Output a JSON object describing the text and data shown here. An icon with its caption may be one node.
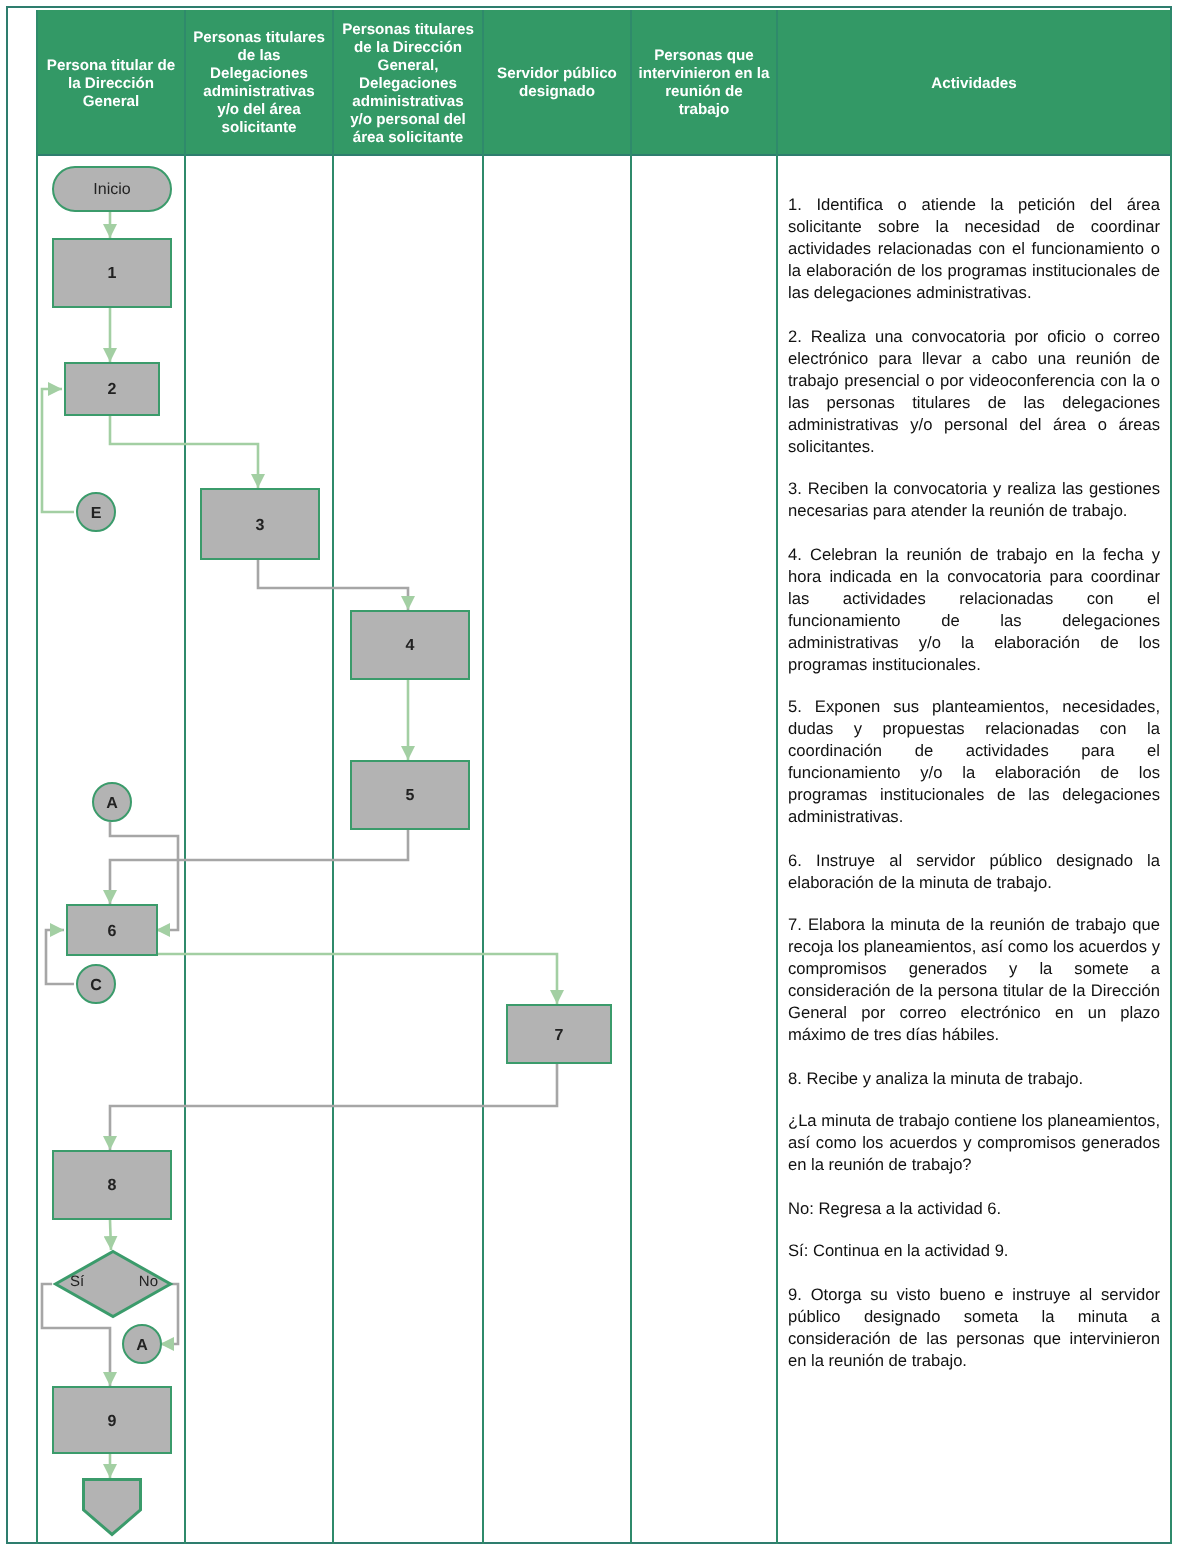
{
  "diagram": {
    "nodes": [
      {
        "text": [
          "Persona titular de la Dirección General"
        ]
      },
      {
        "text": [
          "Personas titulares de las Delegaciones administrativas y/o del área solicitante"
        ]
      },
      {
        "text": [
          "Personas titulares de la Dirección General, Delegaciones administrativas y/o personal del área solicitante"
        ]
      },
      {
        "text": [
          "Servidor público designado"
        ]
      },
      {
        "text": [
          "Personas que intervinieron en la reunión de trabajo"
        ]
      },
      {
        "text": [
          "Actividades",
          "1. Identifica o atiende la petición del área solicitante sobre la necesidad de coordinar actividades relacionadas con el funcionamiento o la elaboración de los programas institucionales de las delegaciones administrativas.",
          "2. Realiza una convocatoria por oficio o correo electrónico para llevar a cabo una reunión de trabajo presencial o por videoconferencia con la o las personas titulares de las delegaciones administrativas y/o personal del área o áreas solicitantes.",
          "3. Reciben la convocatoria y realiza las gestiones necesarias para atender la reunión de trabajo.",
          "4. Celebran la reunión de trabajo en la fecha y hora indicada en la convocatoria para coordinar las actividades relacionadas con el funcionamiento de las delegaciones administrativas y/o la elaboración de los programas institucionales.",
          "5. Exponen sus planteamientos, necesidades, dudas y propuestas relacionadas con la coordinación de actividades para el funcionamiento y/o la elaboración de los programas institucionales de las delegaciones administrativas.",
          "6. Instruye al servidor público designado la elaboración de la minuta de trabajo.",
          "7. Elabora la minuta de la reunión de trabajo que recoja los planeamientos, así como los acuerdos y compromisos generados y la somete a consideración de la persona titular de la Dirección General por correo electrónico en un plazo máximo de tres días hábiles.",
          "8. Recibe y analiza la minuta de trabajo.",
          "¿La minuta de trabajo contiene los planeamientos, así como los acuerdos y compromisos generados en la reunión de trabajo?",
          "No: Regresa a la actividad 6.",
          "Sí: Continua en la actividad 9.",
          "9. Otorga su visto bueno e instruye al servidor público designado someta la minuta a consideración de las personas que intervinieron en la reunión de trabajo."
        ]
      },
      {
        "text": [
          "Inicio"
        ],
        "in": 0
      },
      {
        "text": [
          "1"
        ],
        "in": 0
      },
      {
        "text": [
          "2"
        ],
        "in": 0
      },
      {
        "text": [
          "E"
        ],
        "in": 0
      },
      {
        "text": [
          "3"
        ],
        "in": 1
      },
      {
        "text": [
          "4"
        ],
        "in": 2
      },
      {
        "text": [
          "5"
        ],
        "in": 2
      },
      {
        "text": [
          "A"
        ],
        "in": 0
      },
      {
        "text": [
          "6"
        ],
        "in": 0
      },
      {
        "text": [
          "C"
        ],
        "in": 0
      },
      {
        "text": [
          "7"
        ],
        "in": 3
      },
      {
        "text": [
          "8"
        ],
        "in": 0
      },
      {
        "text": [
          "Sí",
          "No"
        ],
        "in": 0
      },
      {
        "text": [
          "A"
        ],
        "in": 0
      },
      {
        "text": [
          "9"
        ],
        "in": 0
      },
      {
        "text": [],
        "shape": "pentagon",
        "in": 0
      }
    ],
    "edges": [
      {
        "from": 6,
        "to": 7,
        "arrow": "to"
      },
      {
        "from": 7,
        "to": 8,
        "arrow": "to"
      },
      {
        "from": 9,
        "to": 8,
        "arrow": "to"
      },
      {
        "from": 8,
        "to": 10,
        "arrow": "to"
      },
      {
        "from": 10,
        "to": 11,
        "arrow": "to",
        "color": "#a6a6a6"
      },
      {
        "from": 11,
        "to": 12,
        "arrow": "to"
      },
      {
        "from": 12,
        "to": 14,
        "arrow": "to",
        "color": "#a6a6a6"
      },
      {
        "from": 13,
        "to": 14,
        "arrow": "to",
        "color": "#a6a6a6"
      },
      {
        "from": 15,
        "to": 14,
        "arrow": "to",
        "color": "#a6a6a6"
      },
      {
        "from": 14,
        "to": 16,
        "arrow": "to"
      },
      {
        "from": 16,
        "to": 17,
        "arrow": "to",
        "color": "#a6a6a6"
      },
      {
        "from": 17,
        "to": 18,
        "arrow": "to"
      },
      {
        "from": 18,
        "to": 20,
        "arrow": "to",
        "color": "#a6a6a6"
      },
      {
        "from": 18,
        "to": 19,
        "arrow": "to",
        "color": "#a6a6a6"
      },
      {
        "from": 20,
        "to": 21,
        "arrow": "to"
      }
    ]
  }
}
